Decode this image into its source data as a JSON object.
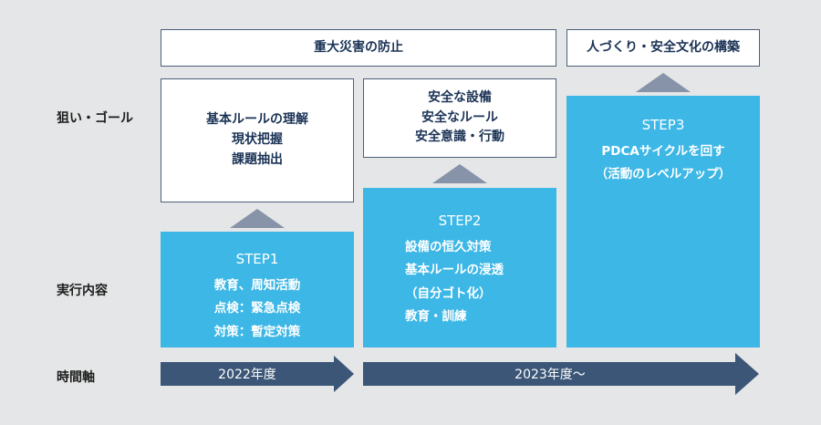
{
  "rows": {
    "goal": "狙い・ゴール",
    "execution": "実行内容",
    "timeline": "時間軸"
  },
  "top_goals": {
    "left": "重大災害の防止",
    "right": "人づくり・安全文化の構築"
  },
  "phase1": {
    "goal_lines": [
      "基本ルールの理解",
      "現状把握",
      "課題抽出"
    ],
    "step": "STEP1",
    "actions": [
      "教育、周知活動",
      "点検：緊急点検",
      "対策：暫定対策"
    ],
    "period": "2022年度"
  },
  "phase2": {
    "goal_lines": [
      "安全な設備",
      "安全なルール",
      "安全意識・行動"
    ],
    "step": "STEP2",
    "actions": [
      "設備の恒久対策",
      "基本ルールの浸透",
      "（自分ゴト化）",
      "教育・訓練"
    ],
    "period": "2023年度～"
  },
  "phase3": {
    "step": "STEP3",
    "actions": [
      "PDCAサイクルを回す",
      "（活動のレベルアップ）"
    ]
  },
  "colors": {
    "background": "#e5e6e7",
    "step_blue": "#3db7e6",
    "arrow_navy": "#3b5677",
    "triangle_gray": "#8693a8",
    "box_border": "#4d5f79"
  }
}
